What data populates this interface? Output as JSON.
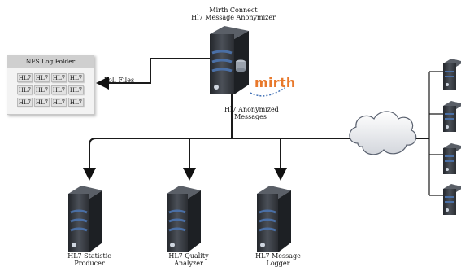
{
  "mirth_server": {
    "title_line1": "Mirth Connect",
    "title_line2": "Hl7 Message Anonymizer",
    "logo_text": "mirth"
  },
  "nfs_folder": {
    "title": "NFS Log Folder",
    "files": [
      "HL7",
      "HL7",
      "HL7",
      "HL7",
      "HL7",
      "HL7",
      "HL7",
      "HL7",
      "HL7",
      "HL7",
      "HL7",
      "HL7"
    ]
  },
  "poll_label": "Poll Files",
  "anonymized_label": [
    "Hl7 Anonymized",
    "Messages"
  ],
  "servers": [
    {
      "line1": "HL7 Statistic",
      "line2": "Producer"
    },
    {
      "line1": "HL7 Quality",
      "line2": "Analyzer"
    },
    {
      "line1": "HL7 Message",
      "line2": "Logger"
    }
  ],
  "colors": {
    "server_body": "#3b3f45",
    "server_stripe": "#4a6fa5",
    "cloud_fill": "#e6e8ec",
    "logo": "#e8792c"
  }
}
